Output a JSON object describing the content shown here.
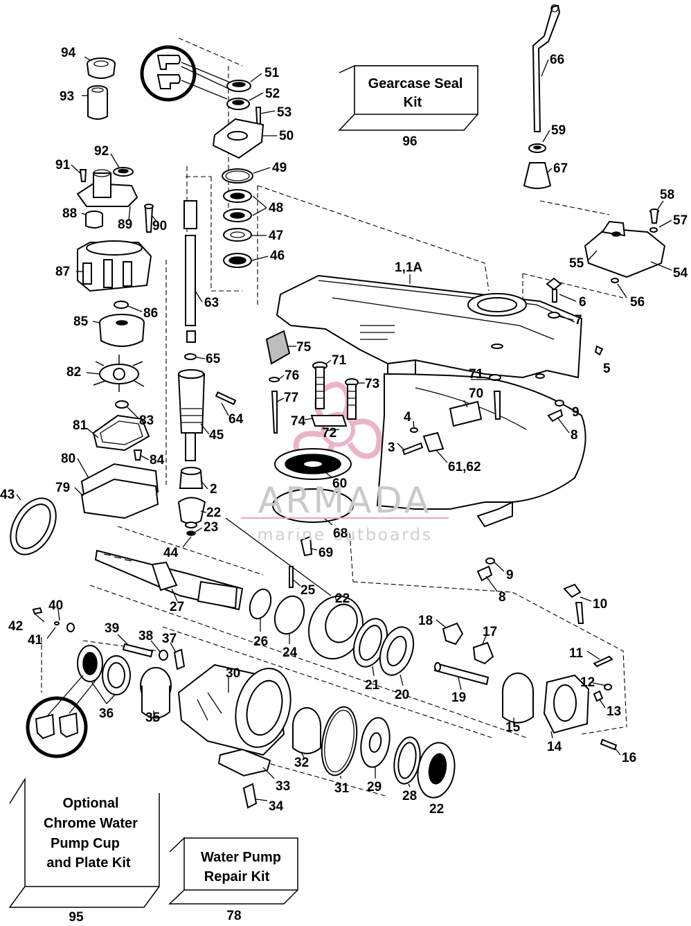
{
  "watermark": {
    "brand": "ARMADA",
    "tagline": "marine outboards",
    "logo_color": "#e8a6c0"
  },
  "kits": {
    "gearcase_seal": {
      "line1": "Gearcase Seal",
      "line2": "Kit",
      "number": "96"
    },
    "chrome_cup": {
      "line1": "Optional",
      "line2": "Chrome Water",
      "line3": "Pump Cup",
      "line4": "and Plate Kit",
      "number": "95"
    },
    "water_pump": {
      "line1": "Water Pump",
      "line2": "Repair Kit",
      "number": "78"
    }
  },
  "labels": [
    {
      "id": "l94",
      "text": "94"
    },
    {
      "id": "l93",
      "text": "93"
    },
    {
      "id": "l51",
      "text": "51"
    },
    {
      "id": "l52",
      "text": "52"
    },
    {
      "id": "l53",
      "text": "53"
    },
    {
      "id": "l50",
      "text": "50"
    },
    {
      "id": "l49",
      "text": "49"
    },
    {
      "id": "l48",
      "text": "48"
    },
    {
      "id": "l47",
      "text": "47"
    },
    {
      "id": "l46",
      "text": "46"
    },
    {
      "id": "l66",
      "text": "66"
    },
    {
      "id": "l59",
      "text": "59"
    },
    {
      "id": "l67",
      "text": "67"
    },
    {
      "id": "l58",
      "text": "58"
    },
    {
      "id": "l57",
      "text": "57"
    },
    {
      "id": "l55",
      "text": "55"
    },
    {
      "id": "l54",
      "text": "54"
    },
    {
      "id": "l56",
      "text": "56"
    },
    {
      "id": "l1",
      "text": "1,1A"
    },
    {
      "id": "l6",
      "text": "6"
    },
    {
      "id": "l7",
      "text": "7"
    },
    {
      "id": "l5",
      "text": "5"
    },
    {
      "id": "l92",
      "text": "92"
    },
    {
      "id": "l91",
      "text": "91"
    },
    {
      "id": "l88",
      "text": "88"
    },
    {
      "id": "l89",
      "text": "89"
    },
    {
      "id": "l90",
      "text": "90"
    },
    {
      "id": "l87",
      "text": "87"
    },
    {
      "id": "l86",
      "text": "86"
    },
    {
      "id": "l85",
      "text": "85"
    },
    {
      "id": "l82",
      "text": "82"
    },
    {
      "id": "l83",
      "text": "83"
    },
    {
      "id": "l81",
      "text": "81"
    },
    {
      "id": "l84",
      "text": "84"
    },
    {
      "id": "l80",
      "text": "80"
    },
    {
      "id": "l79",
      "text": "79"
    },
    {
      "id": "l43",
      "text": "43"
    },
    {
      "id": "l63",
      "text": "63"
    },
    {
      "id": "l65",
      "text": "65"
    },
    {
      "id": "l64",
      "text": "64"
    },
    {
      "id": "l45",
      "text": "45"
    },
    {
      "id": "l2",
      "text": "2"
    },
    {
      "id": "l22a",
      "text": "22"
    },
    {
      "id": "l23",
      "text": "23"
    },
    {
      "id": "l44",
      "text": "44"
    },
    {
      "id": "l75",
      "text": "75"
    },
    {
      "id": "l71a",
      "text": "71"
    },
    {
      "id": "l76",
      "text": "76"
    },
    {
      "id": "l73",
      "text": "73"
    },
    {
      "id": "l77",
      "text": "77"
    },
    {
      "id": "l74",
      "text": "74"
    },
    {
      "id": "l72",
      "text": "72"
    },
    {
      "id": "l71b",
      "text": "71"
    },
    {
      "id": "l70",
      "text": "70"
    },
    {
      "id": "l4",
      "text": "4"
    },
    {
      "id": "l3",
      "text": "3"
    },
    {
      "id": "l6162",
      "text": "61,62"
    },
    {
      "id": "l9a",
      "text": "9"
    },
    {
      "id": "l8a",
      "text": "8"
    },
    {
      "id": "l60",
      "text": "60"
    },
    {
      "id": "l68",
      "text": "68"
    },
    {
      "id": "l69",
      "text": "69"
    },
    {
      "id": "l9b",
      "text": "9"
    },
    {
      "id": "l8b",
      "text": "8"
    },
    {
      "id": "l10",
      "text": "10"
    },
    {
      "id": "l27",
      "text": "27"
    },
    {
      "id": "l25",
      "text": "25"
    },
    {
      "id": "l22b",
      "text": "22"
    },
    {
      "id": "l26",
      "text": "26"
    },
    {
      "id": "l24",
      "text": "24"
    },
    {
      "id": "l40",
      "text": "40"
    },
    {
      "id": "l42",
      "text": "42"
    },
    {
      "id": "l41",
      "text": "41"
    },
    {
      "id": "l39",
      "text": "39"
    },
    {
      "id": "l38",
      "text": "38"
    },
    {
      "id": "l37",
      "text": "37"
    },
    {
      "id": "l18",
      "text": "18"
    },
    {
      "id": "l17",
      "text": "17"
    },
    {
      "id": "l21",
      "text": "21"
    },
    {
      "id": "l20",
      "text": "20"
    },
    {
      "id": "l11",
      "text": "11"
    },
    {
      "id": "l12",
      "text": "12"
    },
    {
      "id": "l13",
      "text": "13"
    },
    {
      "id": "l19",
      "text": "19"
    },
    {
      "id": "l30",
      "text": "30"
    },
    {
      "id": "l36",
      "text": "36"
    },
    {
      "id": "l35",
      "text": "35"
    },
    {
      "id": "l15",
      "text": "15"
    },
    {
      "id": "l14",
      "text": "14"
    },
    {
      "id": "l16",
      "text": "16"
    },
    {
      "id": "l32",
      "text": "32"
    },
    {
      "id": "l31",
      "text": "31"
    },
    {
      "id": "l29",
      "text": "29"
    },
    {
      "id": "l28",
      "text": "28"
    },
    {
      "id": "l22c",
      "text": "22"
    },
    {
      "id": "l33",
      "text": "33"
    },
    {
      "id": "l34",
      "text": "34"
    }
  ]
}
